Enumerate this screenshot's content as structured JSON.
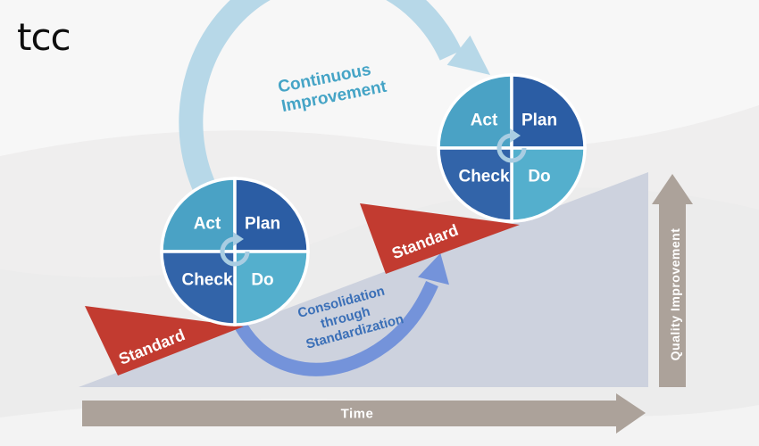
{
  "logo": {
    "text": "tcc"
  },
  "arc": {
    "line1": "Continuous",
    "line2": "Improvement"
  },
  "wheels": [
    {
      "act": "Act",
      "plan": "Plan",
      "check": "Check",
      "do": "Do"
    },
    {
      "act": "Act",
      "plan": "Plan",
      "check": "Check",
      "do": "Do"
    }
  ],
  "wedges": [
    {
      "label": "Standard"
    },
    {
      "label": "Standard"
    }
  ],
  "consolidation": {
    "line1": "Consolidation",
    "line2": "through",
    "line3": "Standardization"
  },
  "axes": {
    "time": "Time",
    "quality": "Quality Improvement"
  },
  "colors": {
    "background": "#efeeee",
    "arc_blue": "#b7d8e8",
    "arc_text": "#45a4c6",
    "plan_blue": "#2b5da4",
    "check_blue": "#3264a9",
    "act_teal": "#4aa2c5",
    "do_teal": "#54afcd",
    "center_icon": "#a9cde2",
    "standard_red": "#c23b30",
    "slope_gray": "#cdd2de",
    "consolidation_arrow": "#7493da",
    "consolidation_text": "#3a6fb7",
    "axis_taupe": "#aca29a",
    "label_white": "#ffffff",
    "logo_black": "#0e0e0e"
  }
}
